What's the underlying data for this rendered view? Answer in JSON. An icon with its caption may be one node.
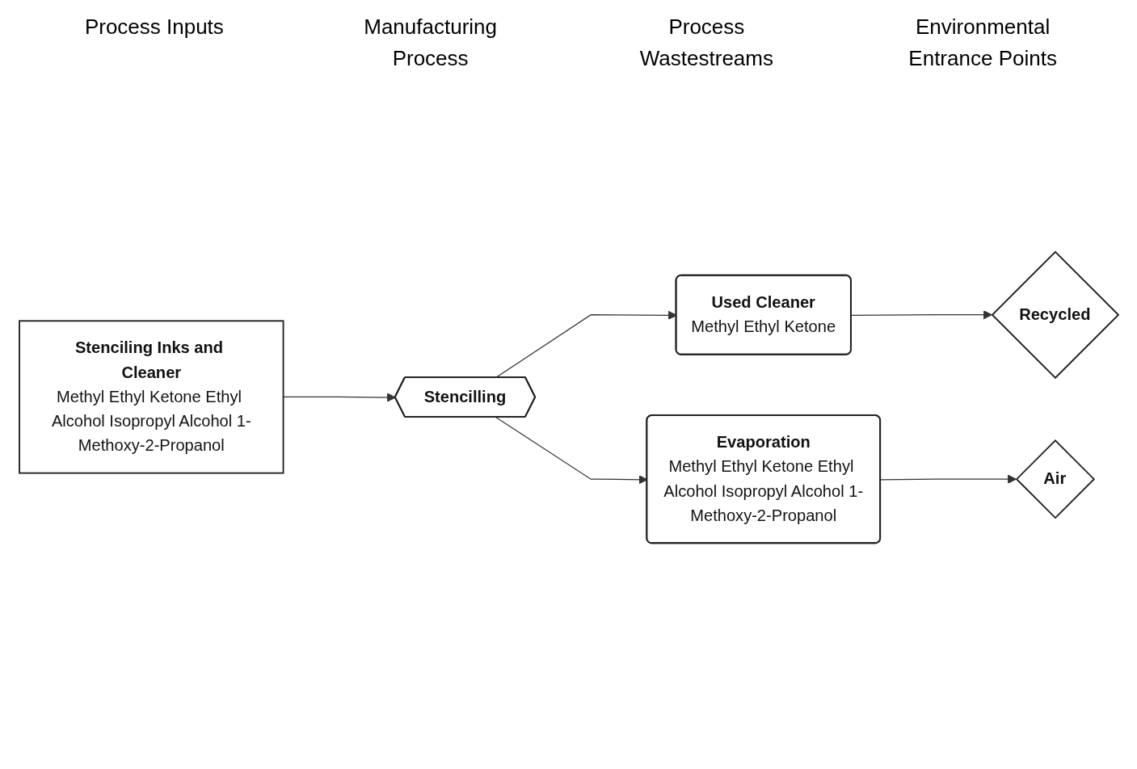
{
  "diagram": {
    "nodes": [
      {
        "text": [
          "Stenciling Inks and Cleaner",
          "Methyl Ethyl Ketone Ethyl Alcohol Isopropyl Alcohol 1-Methoxy-2-Propanol"
        ]
      },
      {
        "text": [
          "Stencilling"
        ]
      },
      {
        "text": [
          "Used Cleaner",
          "Methyl Ethyl Ketone"
        ]
      },
      {
        "text": [
          "Evaporation",
          "Methyl Ethyl Ketone Ethyl Alcohol Isopropyl Alcohol 1-Methoxy-2-Propanol"
        ]
      },
      {
        "text": [
          "Recycled"
        ]
      },
      {
        "text": [
          "Air"
        ]
      }
    ],
    "edges": [
      {
        "from": 0,
        "to": 1,
        "arrow": "to"
      },
      {
        "from": 1,
        "to": 2,
        "arrow": "to"
      },
      {
        "from": 1,
        "to": 3,
        "arrow": "to"
      },
      {
        "from": 2,
        "to": 4,
        "arrow": "to"
      },
      {
        "from": 3,
        "to": 5,
        "arrow": "to"
      }
    ],
    "labels": [
      "Process Inputs",
      "Manufacturing Process",
      "Process Wastestreams",
      "Environmental Entrance Points"
    ]
  }
}
